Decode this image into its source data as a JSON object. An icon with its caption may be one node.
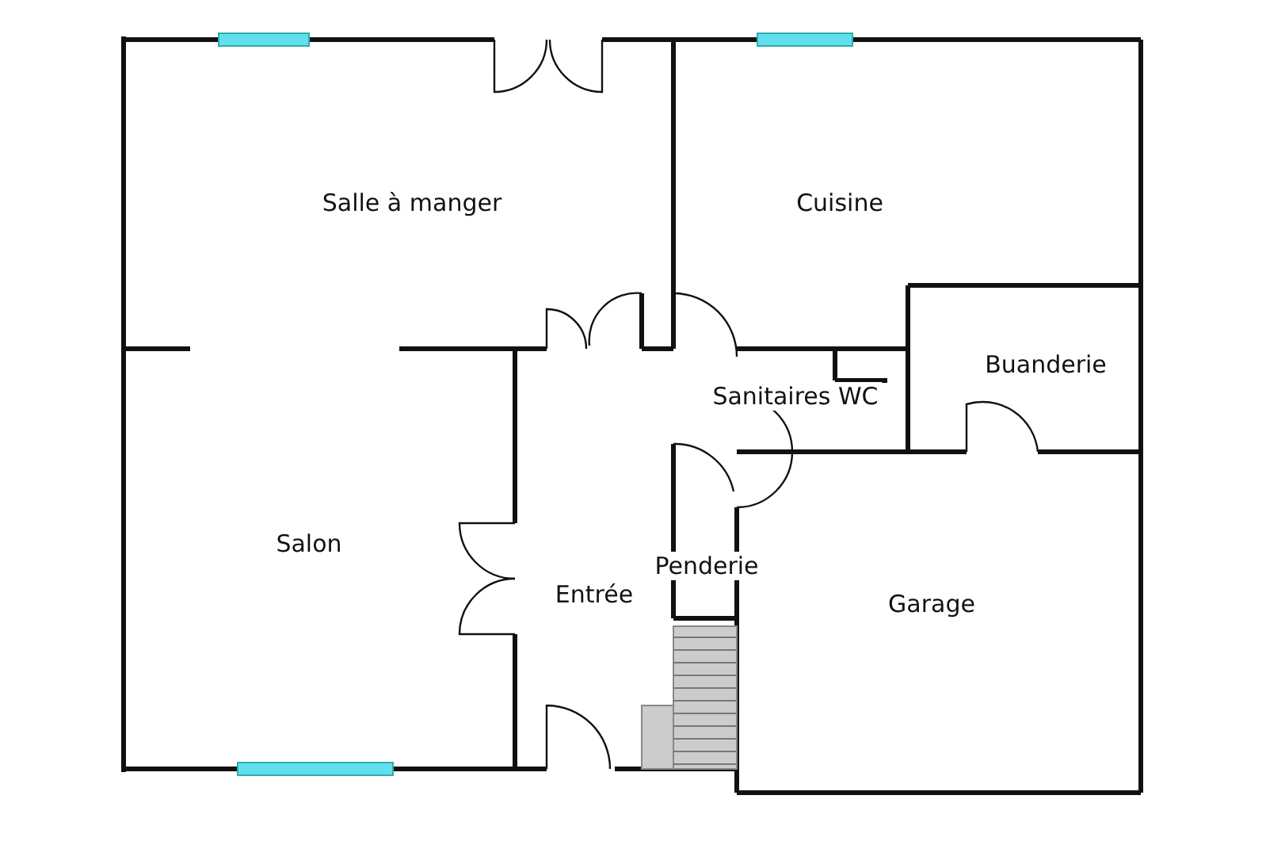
{
  "diagram": {
    "labels": [
      "Salle à manger",
      "Cuisine",
      "Buanderie",
      "Sanitaires WC",
      "Salon",
      "Penderie",
      "Entrée",
      "Garage"
    ]
  }
}
